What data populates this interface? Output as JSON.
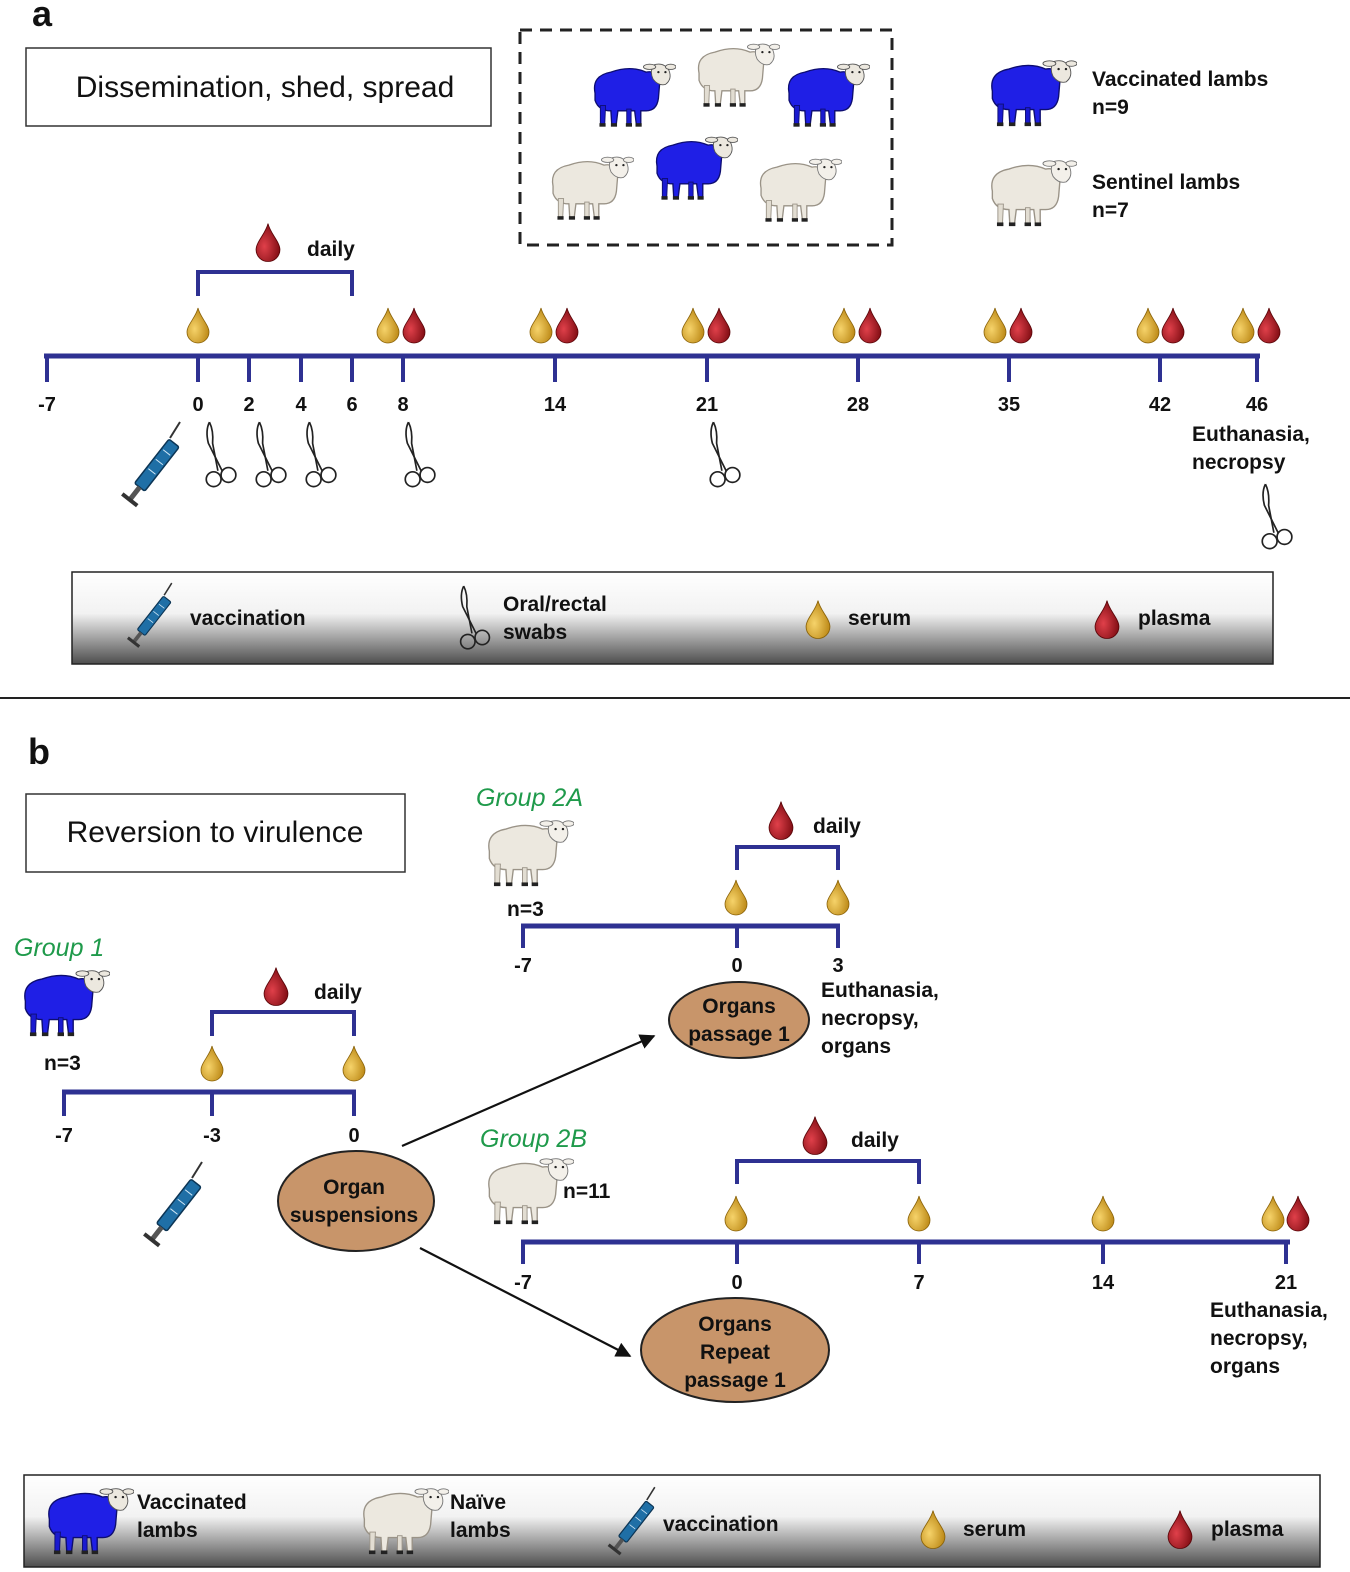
{
  "panel_a": {
    "letter": "a",
    "title": "Dissemination, shed, spread",
    "vaccinated_label": "Vaccinated lambs",
    "vaccinated_n": "n=9",
    "sentinel_label": "Sentinel lambs",
    "sentinel_n": "n=7",
    "daily_label": "daily",
    "ticks": [
      "-7",
      "0",
      "2",
      "4",
      "6",
      "8",
      "14",
      "21",
      "28",
      "35",
      "42",
      "46"
    ],
    "end_note": [
      "Euthanasia,",
      "necropsy"
    ],
    "legend": {
      "vaccination": "vaccination",
      "swabs": [
        "Oral/rectal",
        "swabs"
      ],
      "serum": "serum",
      "plasma": "plasma"
    }
  },
  "panel_b": {
    "letter": "b",
    "title": "Reversion to virulence",
    "group1": {
      "name": "Group 1",
      "n": "n=3",
      "daily_label": "daily",
      "ticks": [
        "-7",
        "-3",
        "0"
      ]
    },
    "organ_suspensions": [
      "Organ",
      "suspensions"
    ],
    "group2a": {
      "name": "Group 2A",
      "n": "n=3",
      "daily_label": "daily",
      "ticks": [
        "-7",
        "0",
        "3"
      ],
      "oval": [
        "Organs",
        "passage 1"
      ],
      "end_note": [
        "Euthanasia,",
        "necropsy,",
        "organs"
      ]
    },
    "group2b": {
      "name": "Group 2B",
      "n": "n=11",
      "daily_label": "daily",
      "ticks": [
        "-7",
        "0",
        "7",
        "14",
        "21"
      ],
      "oval": [
        "Organs",
        "Repeat",
        "passage 1"
      ],
      "end_note": [
        "Euthanasia,",
        "necropsy,",
        "organs"
      ]
    },
    "legend": {
      "vaccinated": [
        "Vaccinated",
        "lambs"
      ],
      "naive": [
        "Naïve",
        "lambs"
      ],
      "vaccination": "vaccination",
      "serum": "serum",
      "plasma": "plasma"
    }
  },
  "colors": {
    "timeline": "#2e3192",
    "vaccinated_lamb": "#1f1fe6",
    "naive_lamb": "#ece8df",
    "serum": "#d7a21a",
    "plasma": "#a3101a",
    "oval_fill": "#c8956a",
    "group_label": "#1f9a4b",
    "syringe": "#1f6fa6"
  }
}
